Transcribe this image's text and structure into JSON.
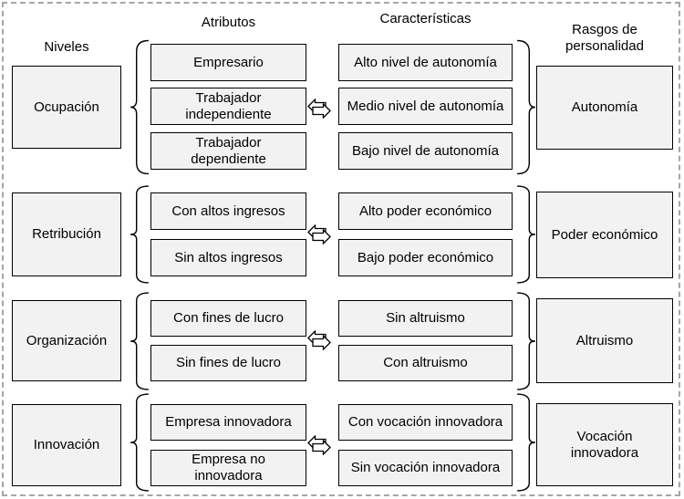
{
  "headers": {
    "niveles": "Niveles",
    "atributos": "Atributos",
    "caracteristicas": "Características",
    "rasgos": "Rasgos de personalidad"
  },
  "rows": [
    {
      "nivel": "Ocupación",
      "atributos": [
        "Empresario",
        "Trabajador independiente",
        "Trabajador dependiente"
      ],
      "caracteristicas": [
        "Alto nivel de autonomía",
        "Medio nivel de autonomía",
        "Bajo nivel de autonomía"
      ],
      "rasgo": "Autonomía"
    },
    {
      "nivel": "Retribución",
      "atributos": [
        "Con altos ingresos",
        "Sin altos ingresos"
      ],
      "caracteristicas": [
        "Alto poder económico",
        "Bajo poder económico"
      ],
      "rasgo": "Poder económico"
    },
    {
      "nivel": "Organización",
      "atributos": [
        "Con fines de lucro",
        "Sin fines de lucro"
      ],
      "caracteristicas": [
        "Sin altruismo",
        "Con altruismo"
      ],
      "rasgo": "Altruismo"
    },
    {
      "nivel": "Innovación",
      "atributos": [
        "Empresa innovadora",
        "Empresa no innovadora"
      ],
      "caracteristicas": [
        "Con vocación innovadora",
        "Sin vocación innovadora"
      ],
      "rasgo": "Vocación innovadora"
    }
  ],
  "icons": {
    "exchange": "double-headed-swap-arrow"
  },
  "colors": {
    "box_fill": "#f2f2f2",
    "box_border": "#000000",
    "frame_dash": "#a6a6a6"
  }
}
